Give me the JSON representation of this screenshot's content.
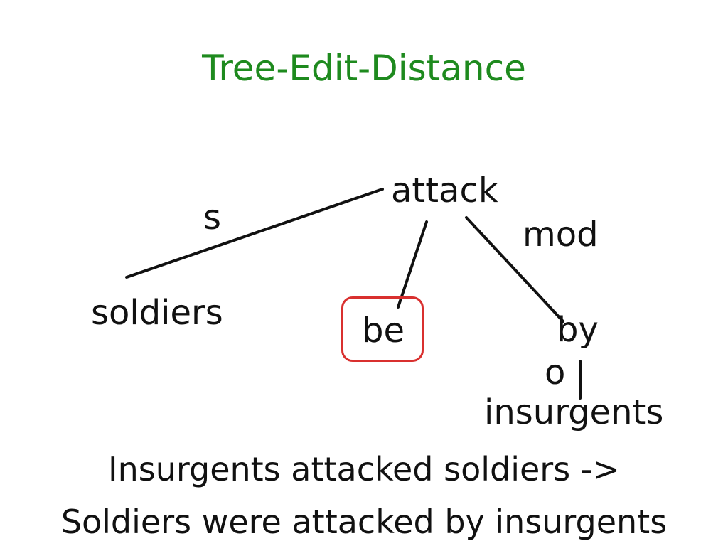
{
  "colors": {
    "title": "#1e8a1e",
    "text": "#111111",
    "highlight": "#d9302f",
    "edge": "#111111"
  },
  "slide": {
    "title": "Tree-Edit-Distance"
  },
  "tree": {
    "nodes": {
      "root": "attack",
      "soldiers": "soldiers",
      "be": "be",
      "by": "by",
      "insurgents": "insurgents"
    },
    "edge_labels": {
      "subject": "s",
      "modifier": "mod",
      "object": "o"
    },
    "highlighted_node": "be"
  },
  "caption": {
    "line1": "Insurgents attacked soldiers ->",
    "line2": "Soldiers were attacked by insurgents"
  }
}
